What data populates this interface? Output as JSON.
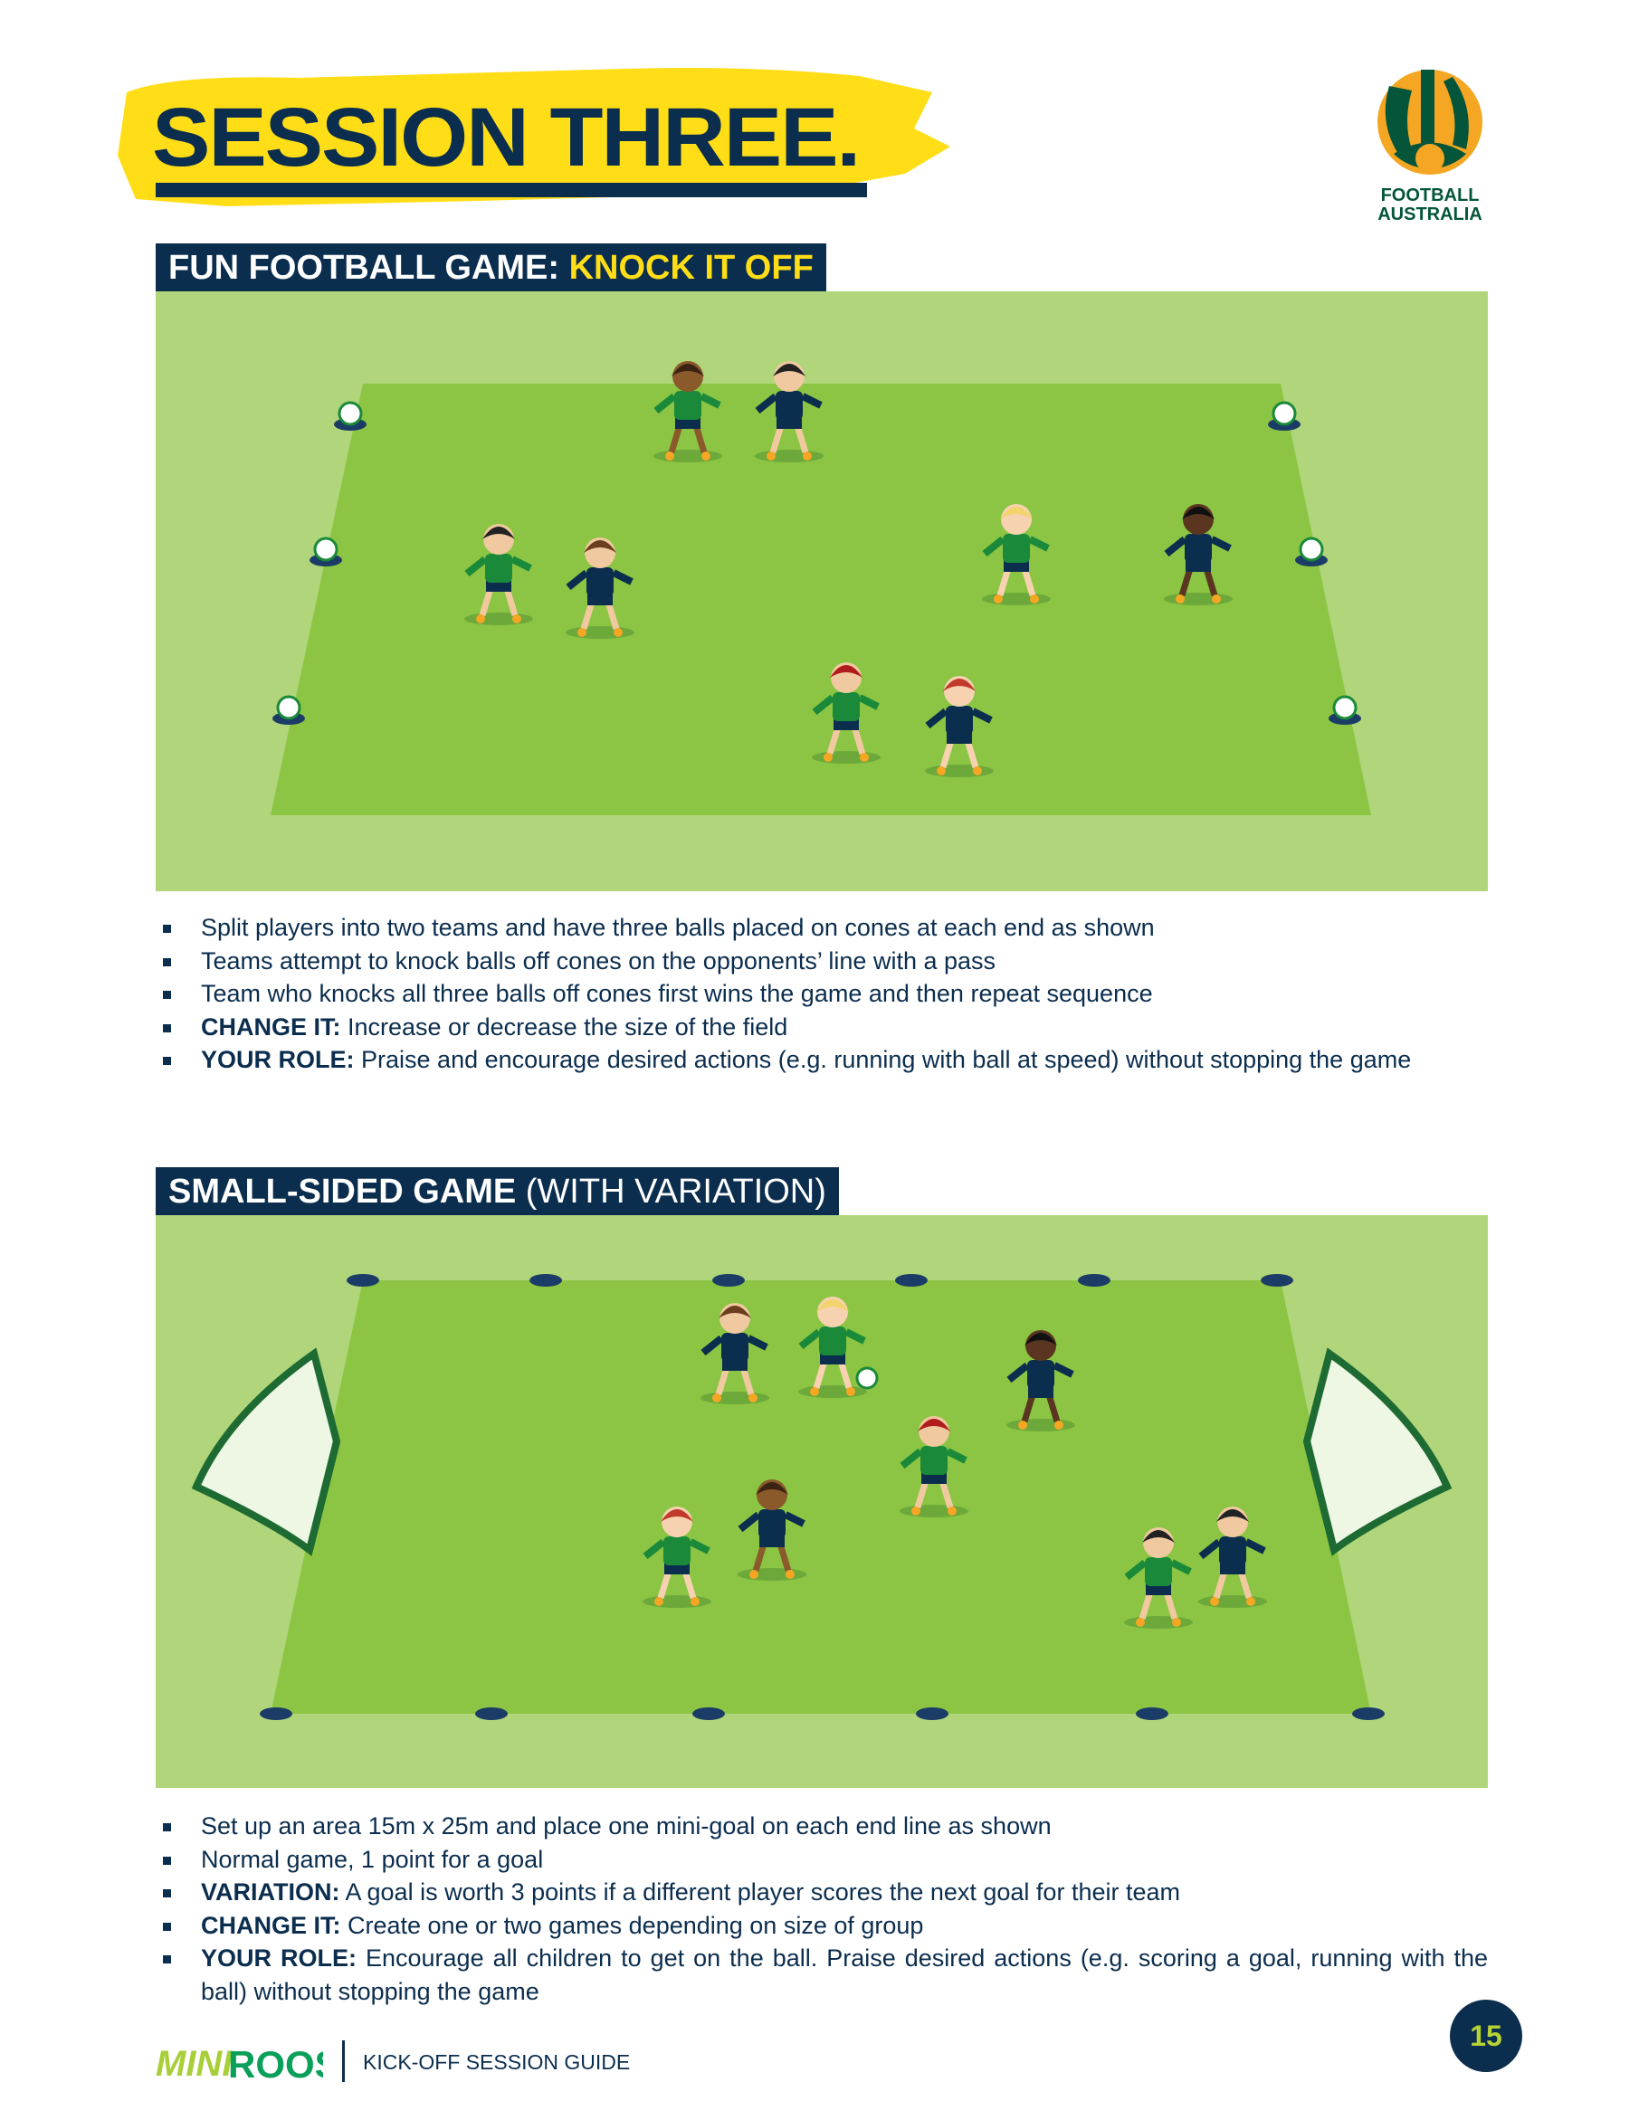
{
  "header": {
    "title": "SESSION THREE.",
    "logo_text": [
      "FOOTBALL",
      "AUSTRALIA"
    ]
  },
  "section1": {
    "title_prefix": "FUN FOOTBALL GAME: ",
    "title_highlight": "KNOCK IT OFF",
    "bullets": [
      {
        "bold": "",
        "text": "Split players into two teams and have three balls placed on cones at each end as shown"
      },
      {
        "bold": "",
        "text": "Teams attempt to knock balls off cones on the opponents’ line with a pass"
      },
      {
        "bold": "",
        "text": "Team who knocks all three balls off cones first wins the game and then repeat sequence"
      },
      {
        "bold": "CHANGE IT:",
        "text": " Increase or decrease the size of the field"
      },
      {
        "bold": "YOUR ROLE:",
        "text": " Praise and encourage desired actions (e.g. running with ball at speed) without stopping the game"
      }
    ]
  },
  "section2": {
    "title_bold": "SMALL-SIDED GAME ",
    "title_light": "(WITH VARIATION)",
    "bullets": [
      {
        "bold": "",
        "text": "Set up an area 15m x 25m and place one mini-goal on each end line as shown"
      },
      {
        "bold": "",
        "text": "Normal game, 1 point for a goal"
      },
      {
        "bold": "VARIATION:",
        "text": " A goal is worth 3 points if a different player scores the next goal for their team"
      },
      {
        "bold": "CHANGE IT:",
        "text": " Create one or two games depending on size of group"
      },
      {
        "bold": "YOUR ROLE:",
        "text": "  Encourage all children to get on the ball. Praise desired actions (e.g. scoring a goal, running with the ball) without stopping the game"
      }
    ]
  },
  "footer": {
    "brand": "MINIROOS",
    "guide": "KICK-OFF SESSION GUIDE",
    "page": "15"
  },
  "colors": {
    "navy": "#0b2d4e",
    "yellow": "#ffde17",
    "outer_grass": "#b0d57a",
    "pitch": "#8bc543",
    "team_green": "#1a8a3a"
  }
}
